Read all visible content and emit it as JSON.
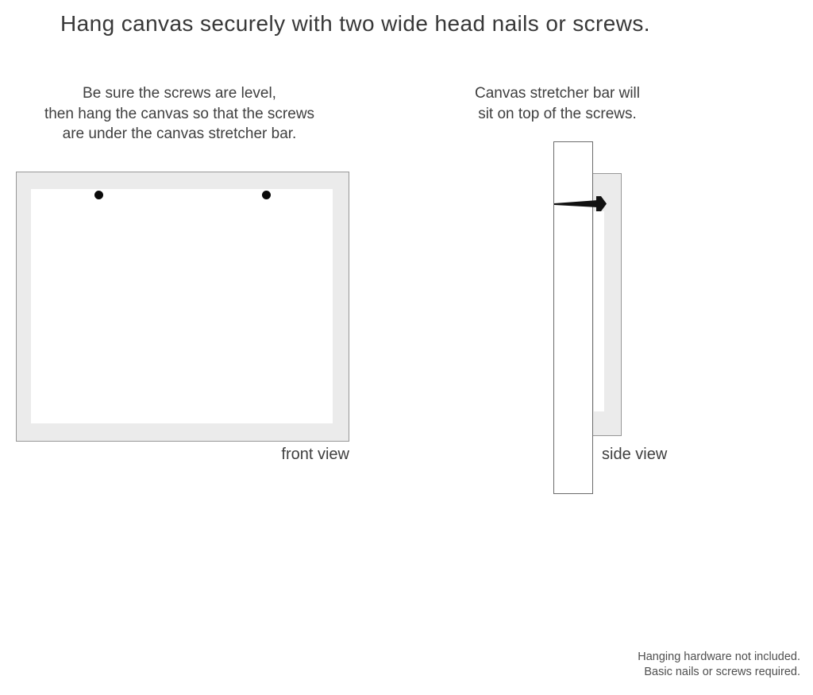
{
  "title": "Hang canvas securely with two wide head nails or screws.",
  "instructions": {
    "front": {
      "lines": [
        "Be sure the screws are level,",
        "then hang the canvas so that the screws",
        "are under the canvas stretcher bar."
      ]
    },
    "side": {
      "lines": [
        "Canvas stretcher bar will",
        "sit on top of the screws."
      ]
    }
  },
  "labels": {
    "front_view": "front view",
    "side_view": "side view"
  },
  "footnote": {
    "lines": [
      "Hanging hardware not included.",
      "Basic nails or screws required."
    ]
  },
  "icons": {
    "screw_dots": "screw-head-dot",
    "nail": "wide-head-nail-side-profile"
  },
  "colors": {
    "canvas_frame": "#ebebeb",
    "border_light": "#979797",
    "border_dark": "#6b6b6b",
    "text": "#3d3d3d",
    "footnote_text": "#4f4f4f",
    "nail": "#111111"
  }
}
